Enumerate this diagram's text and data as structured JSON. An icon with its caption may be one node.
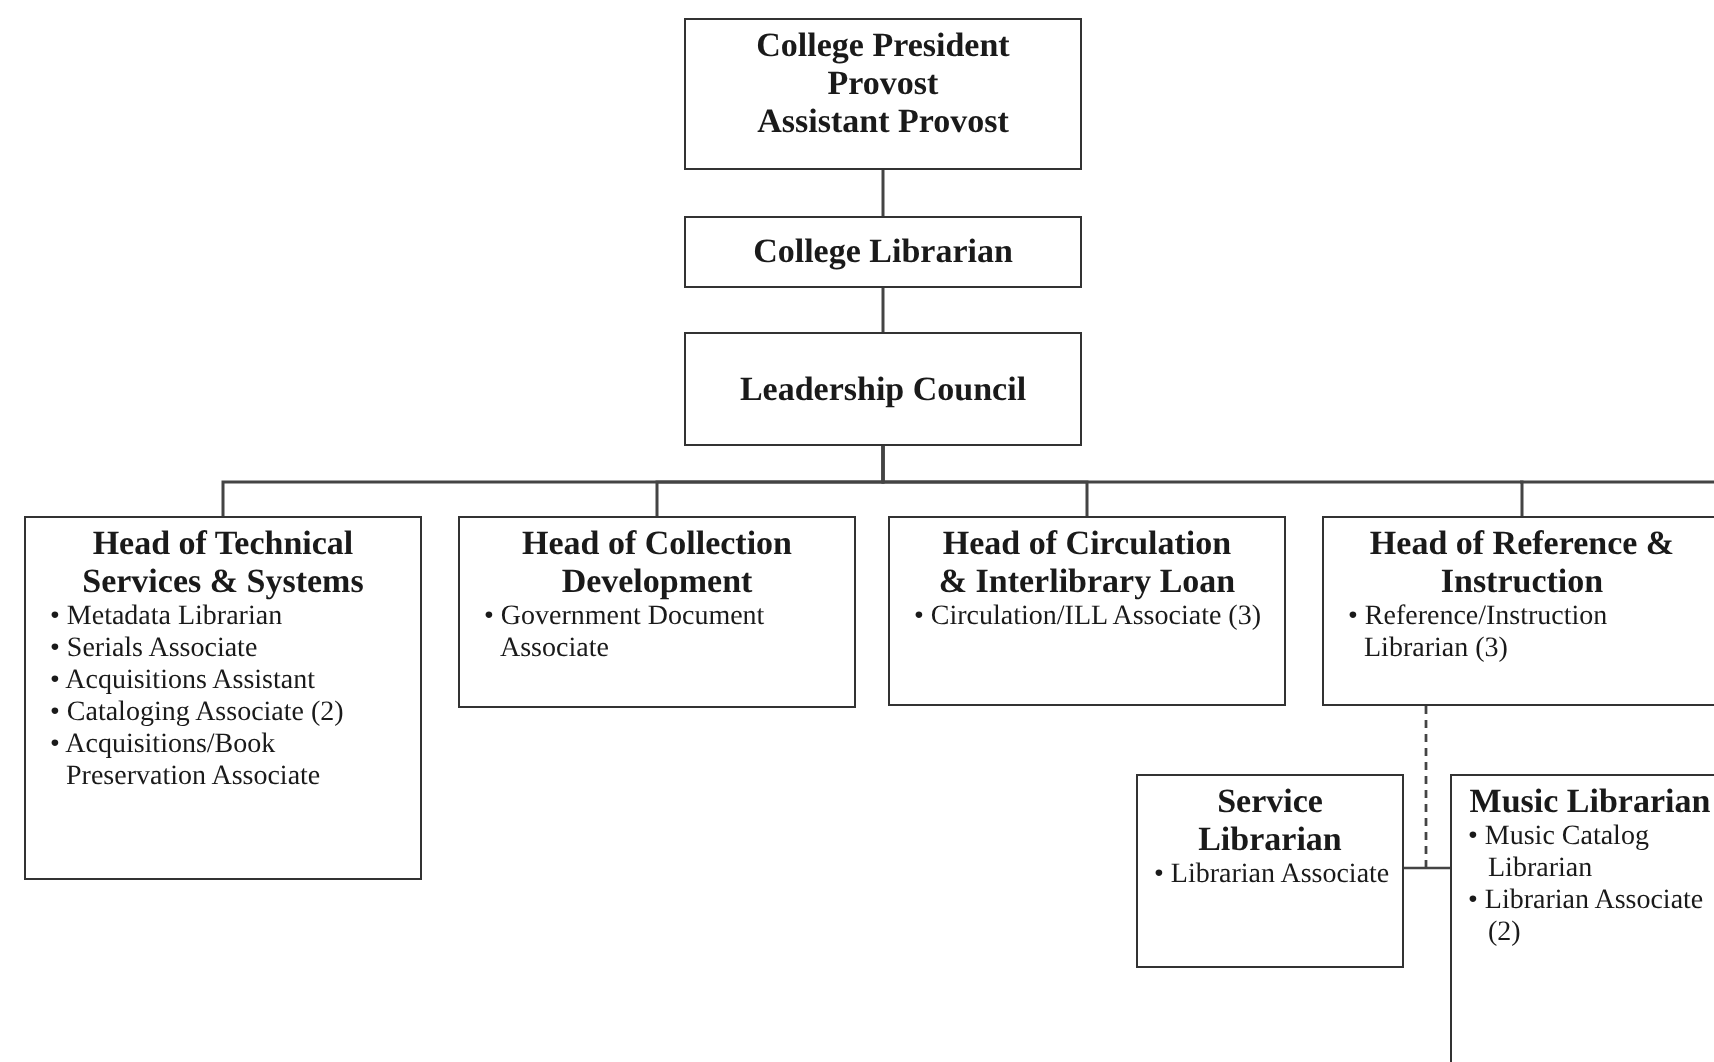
{
  "diagram": {
    "nodes": [
      {
        "text": [
          "College President",
          "Provost",
          "Assistant Provost"
        ]
      },
      {
        "text": [
          "College Librarian"
        ]
      },
      {
        "text": [
          "Leadership Council"
        ]
      },
      {
        "text": [
          "Head of Technical Services & Systems",
          "• Metadata Librarian",
          "• Serials Associate",
          "• Acquisitions Assistant",
          "• Cataloging Associate (2)",
          "• Acquisitions/Book Preservation Associate"
        ]
      },
      {
        "text": [
          "Head of Collection Development",
          "• Government Document Associate"
        ]
      },
      {
        "text": [
          "Head of Circulation & Interlibrary Loan",
          "• Circulation/ILL Associate (3)"
        ]
      },
      {
        "text": [
          "Head of Reference & Instruction",
          "• Reference/Instruction Librarian (3)"
        ]
      },
      {
        "text": [
          "Service Librarian",
          "• Librarian Associate"
        ]
      },
      {
        "text": [
          "Music Librarian",
          "• Music Catalog Librarian",
          "• Librarian Associate (2)"
        ]
      }
    ],
    "edges": [
      {
        "from": 0,
        "to": 1,
        "arrow": "none"
      },
      {
        "from": 1,
        "to": 2,
        "arrow": "none"
      },
      {
        "from": 2,
        "to": 3,
        "arrow": "none"
      },
      {
        "from": 2,
        "to": 4,
        "arrow": "none"
      },
      {
        "from": 2,
        "to": 5,
        "arrow": "none"
      },
      {
        "from": 2,
        "to": 6,
        "arrow": "none"
      },
      {
        "from": 6,
        "to": 7,
        "arrow": "none",
        "style": "dashed"
      },
      {
        "from": 6,
        "to": 8,
        "arrow": "none",
        "style": "dashed"
      }
    ]
  }
}
